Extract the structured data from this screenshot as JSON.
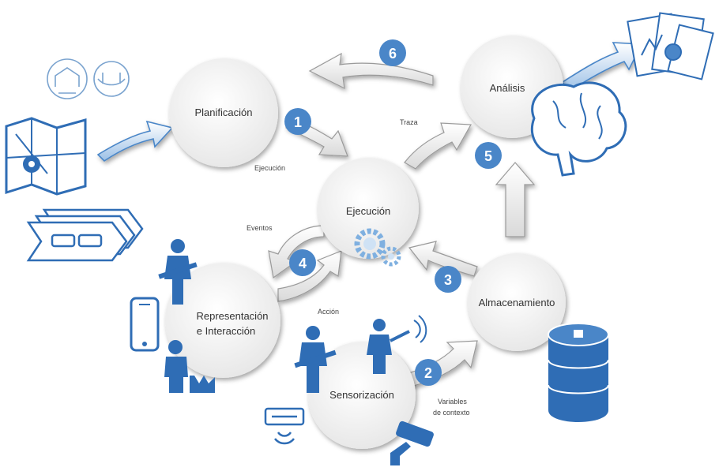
{
  "nodes": {
    "planificacion": {
      "label": "Planificación"
    },
    "analisis": {
      "label": "Análisis"
    },
    "ejecucion": {
      "label": "Ejecución"
    },
    "almacenamiento": {
      "label": "Almacenamiento"
    },
    "representacion": {
      "label_line1": "Representación",
      "label_line2": "e Interacción"
    },
    "sensorizacion": {
      "label": "Sensorización"
    }
  },
  "edge_labels": {
    "ejecucion": "Ejecución",
    "traza": "Traza",
    "eventos": "Eventos",
    "accion": "Acción",
    "variables_line1": "Variables",
    "variables_line2": "de contexto"
  },
  "steps": [
    "1",
    "2",
    "3",
    "4",
    "5",
    "6"
  ],
  "colors": {
    "accent_blue": "#4a86c8",
    "icon_blue": "#2f6db5",
    "circle_fill": "#f2f2f2",
    "arrow_grey": "#e8e8e8"
  }
}
